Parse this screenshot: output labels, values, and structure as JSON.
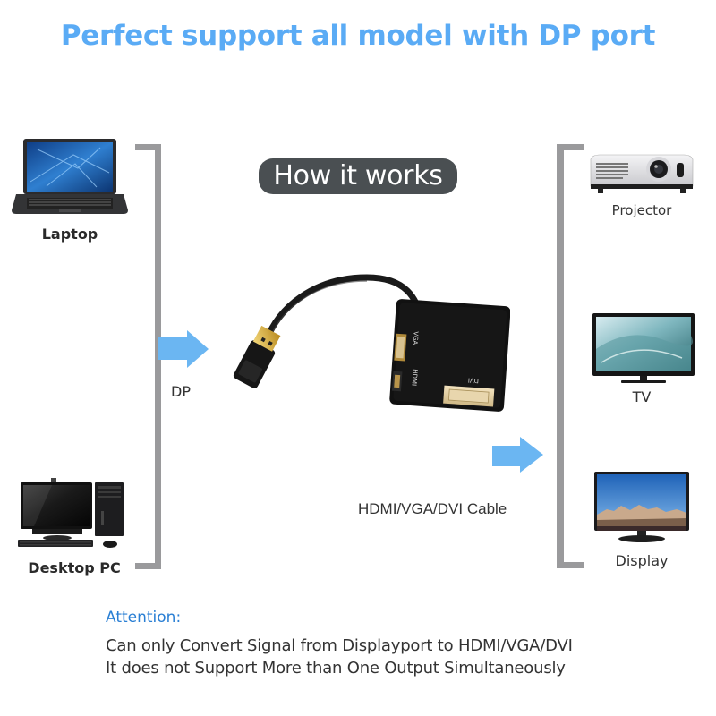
{
  "header": {
    "title": "Perfect support all model with DP port"
  },
  "badge": {
    "label": "How it works"
  },
  "sources": [
    {
      "label": "Laptop",
      "icon": "laptop-icon"
    },
    {
      "label": "Desktop PC",
      "icon": "desktop-pc-icon"
    }
  ],
  "connector": {
    "input_label": "DP",
    "output_label": "HDMI/VGA/DVI Cable",
    "adapter_ports": [
      "VGA",
      "HDMI",
      "DVI"
    ]
  },
  "outputs": [
    {
      "label": "Projector",
      "icon": "projector-icon"
    },
    {
      "label": "TV",
      "icon": "tv-icon"
    },
    {
      "label": "Display",
      "icon": "monitor-icon"
    }
  ],
  "attention": {
    "title": "Attention:",
    "lines": [
      "Can only Convert Signal from Displayport to HDMI/VGA/DVI",
      "It does not Support More than One Output Simultaneously"
    ]
  },
  "colors": {
    "title": "#5aabf5",
    "badge_bg": "#4a4f52",
    "arrow": "#6bb6f2",
    "bracket": "#9a9a9c",
    "attention": "#2a7fd4",
    "text": "#333333"
  }
}
